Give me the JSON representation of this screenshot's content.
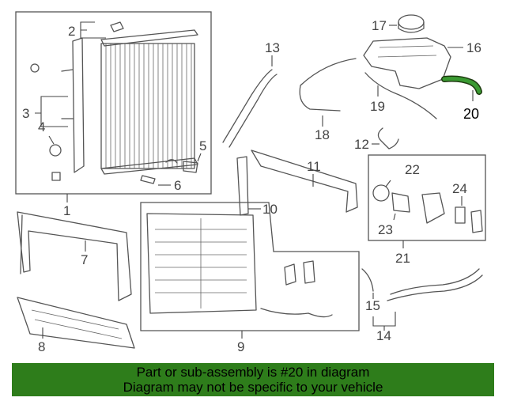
{
  "diagram": {
    "callouts": {
      "c1": "1",
      "c2": "2",
      "c3": "3",
      "c4": "4",
      "c5": "5",
      "c6": "6",
      "c7": "7",
      "c8": "8",
      "c9": "9",
      "c10": "10",
      "c11": "11",
      "c12": "12",
      "c13": "13",
      "c14": "14",
      "c15": "15",
      "c16": "16",
      "c17": "17",
      "c18": "18",
      "c19": "19",
      "c20": "20",
      "c21": "21",
      "c22": "22",
      "c23": "23",
      "c24": "24"
    },
    "highlight_part": "20",
    "highlight_color": "#2e7d32"
  },
  "banner": {
    "line1": "Part or sub-assembly is #20 in diagram",
    "line2": "Diagram may not be specific to your vehicle",
    "background": "#2e7d1b",
    "text_color": "#000000"
  }
}
